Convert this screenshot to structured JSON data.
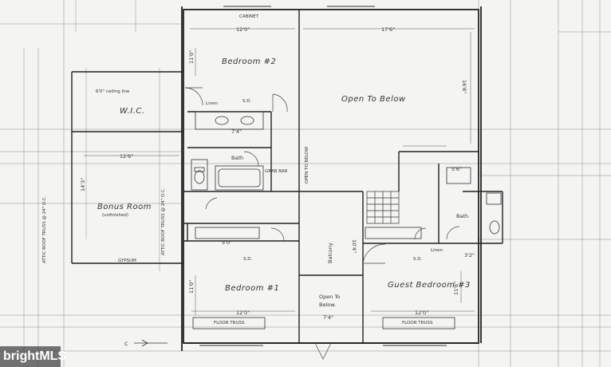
{
  "rooms": {
    "bedroom2": "Bedroom #2",
    "open_to_below": "Open To Below",
    "wic": "W.I.C.",
    "bonus_room": "Bonus Room",
    "bonus_room_note": "(unfinished)",
    "bedroom1": "Bedroom #1",
    "guest_bedroom3": "Guest Bedroom #3",
    "bath_center": "Bath",
    "bath_right": "Bath",
    "balcony": "Balcony",
    "open_to_below_small_1": "Open To",
    "open_to_below_small_2": "Below.",
    "linen_left": "Linen",
    "linen_right": "Linen"
  },
  "dimensions": {
    "bed2_width": "12'0\"",
    "open_width": "17'6\"",
    "open_depth": "16'8\"",
    "bed2_depth": "11'0\"",
    "wic_width": "12'6\"",
    "bonus_depth": "14'3\"",
    "bed1_width": "12'0\"",
    "bed1_depth": "11'0\"",
    "guest_width": "12'0\"",
    "guest_depth": "11'6\"",
    "bath_width": "7'4\"",
    "right_bath_w": "5'6\"",
    "balcony_len": "10'4\"",
    "small_dim_1": "7'4\"",
    "small_dim_2": "5'0\"",
    "small_dim_3": "3'2\""
  },
  "notes": {
    "ceiling_line": "6'0\" ceiling line",
    "attic_left": "ATTIC ROOF TRUSS @ 24\" O.C.",
    "attic_center": "ATTIC ROOF TRUSS @ 24\" O.C.",
    "gypsum": "GYPSUM",
    "sd": "S.D.",
    "trusses": "FLOOR TRUSS",
    "cabinet": "CABINET",
    "grab_bar": "GRAB BAR",
    "left_marker": "C",
    "vert_note": "OPEN TO BELOW"
  },
  "watermark": "brightMLS"
}
